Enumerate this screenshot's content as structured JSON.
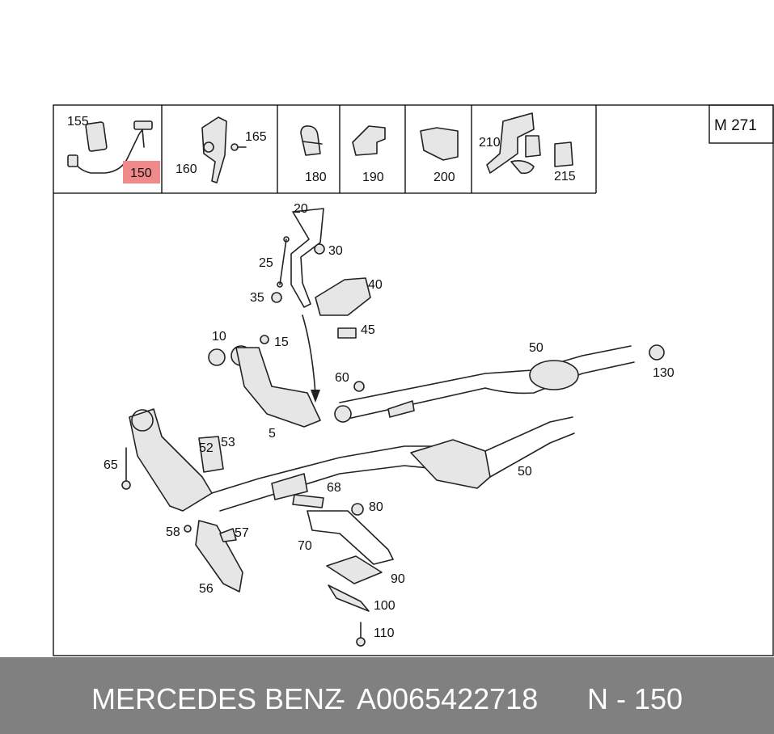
{
  "diagram_code": "M 271",
  "highlight_color": "#f08a8a",
  "top_boxes": [
    {
      "labels": [
        "155",
        "150"
      ]
    },
    {
      "labels": [
        "160",
        "165"
      ]
    },
    {
      "labels": [
        "180"
      ]
    },
    {
      "labels": [
        "190"
      ]
    },
    {
      "labels": [
        "200"
      ]
    },
    {
      "labels": [
        "210",
        "215"
      ]
    }
  ],
  "highlighted_label": "150",
  "part_labels": {
    "p5": "5",
    "p10": "10",
    "p15": "15",
    "p20": "20",
    "p25": "25",
    "p30": "30",
    "p35": "35",
    "p40": "40",
    "p45": "45",
    "p50a": "50",
    "p50b": "50",
    "p52": "52",
    "p53": "53",
    "p56": "56",
    "p57": "57",
    "p58": "58",
    "p60": "60",
    "p65": "65",
    "p68": "68",
    "p70": "70",
    "p80": "80",
    "p90": "90",
    "p100": "100",
    "p110": "110",
    "p130": "130"
  },
  "footer": {
    "brand": "MERCEDES BENZ",
    "separator": "-",
    "part_number": "A0065422718",
    "position": "N - 150"
  }
}
